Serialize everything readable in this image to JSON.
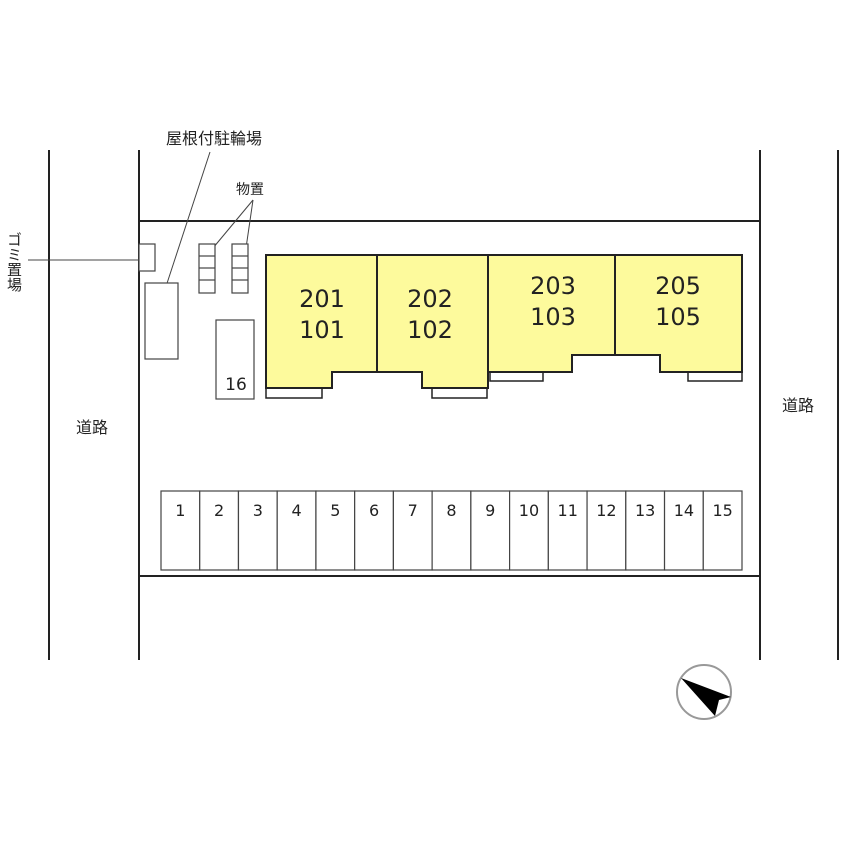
{
  "labels": {
    "bicycle_parking": "屋根付駐輪場",
    "storage": "物置",
    "garbage": "ゴミ置場",
    "road_left": "道路",
    "road_right": "道路"
  },
  "units": [
    {
      "upper": "201",
      "lower": "101"
    },
    {
      "upper": "202",
      "lower": "102"
    },
    {
      "upper": "203",
      "lower": "103"
    },
    {
      "upper": "205",
      "lower": "105"
    }
  ],
  "parking": [
    "1",
    "2",
    "3",
    "4",
    "5",
    "6",
    "7",
    "8",
    "9",
    "10",
    "11",
    "12",
    "13",
    "14",
    "15"
  ],
  "extra_parking": "16",
  "colors": {
    "building": "#fdfa9c",
    "line": "#222222"
  },
  "compass": "north-arrow-icon"
}
